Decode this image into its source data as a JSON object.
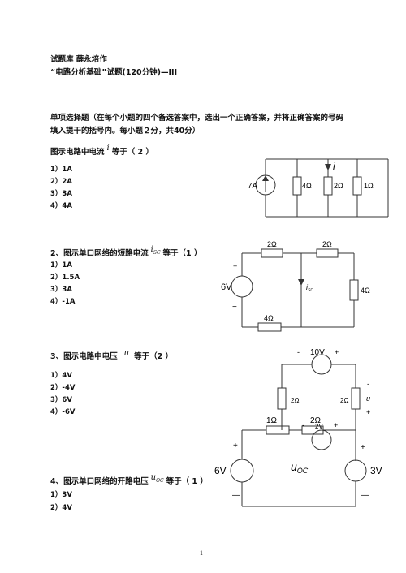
{
  "header": {
    "line1": "试题库   薛永培作",
    "line2": "“电路分析基础”试题(120分钟)—III"
  },
  "section": {
    "line1": "单项选择题（在每个小题的四个备选答案中，选出一个正确答案，并将正确答案的号码",
    "line2": "填入提干的括号内。每小题２分，共40分）"
  },
  "q1": {
    "pre": "图示电路中电流",
    "var": "i",
    "post": "等于（  2  ）",
    "options": [
      "1）1A",
      "2）2A",
      "3）3A",
      "4）4A"
    ],
    "circuit": {
      "source": "7A",
      "r1": "4Ω",
      "r2": "2Ω",
      "r3": "1Ω",
      "current": "i"
    }
  },
  "q2": {
    "pre": "2、图示单口网络的短路电流",
    "var": "i",
    "sub": "SC",
    "post": "等于（1   ）",
    "options": [
      "1）1A",
      "2）1.5A",
      "3）3A",
      "4）-1A"
    ],
    "circuit": {
      "source": "6V",
      "plus": "+",
      "minus": "−",
      "r_top1": "2Ω",
      "r_top2": "2Ω",
      "r_right": "4Ω",
      "r_bottom": "4Ω",
      "isc": "i",
      "isc_sub": "SC"
    }
  },
  "q3": {
    "pre": "3、图示电路中电压",
    "var": "u",
    "post": "等于（2    ）",
    "options": [
      "1）4V",
      "2）-4V",
      "3）6V",
      "4）-6V"
    ],
    "circuit": {
      "top_source": "10V",
      "top_minus": "-",
      "top_plus": "+",
      "r_left": "2Ω",
      "r_right": "2Ω",
      "u_minus": "-",
      "u": "u",
      "u_plus": "+"
    }
  },
  "q4": {
    "pre": "4、图示单口网络的开路电压",
    "var": "u",
    "sub": "OC",
    "post": "等于（ 1   ）",
    "options": [
      "1）3V",
      "2）4V"
    ],
    "circuit": {
      "r_top": "1Ω",
      "mid_r": "2Ω",
      "mid_v": "2V",
      "mid_minus": "-",
      "mid_plus": "+",
      "left_source": "6V",
      "right_source": "3V",
      "plus": "+",
      "minus": "—",
      "uoc": "u",
      "uoc_sub": "OC"
    }
  },
  "page_number": "1"
}
